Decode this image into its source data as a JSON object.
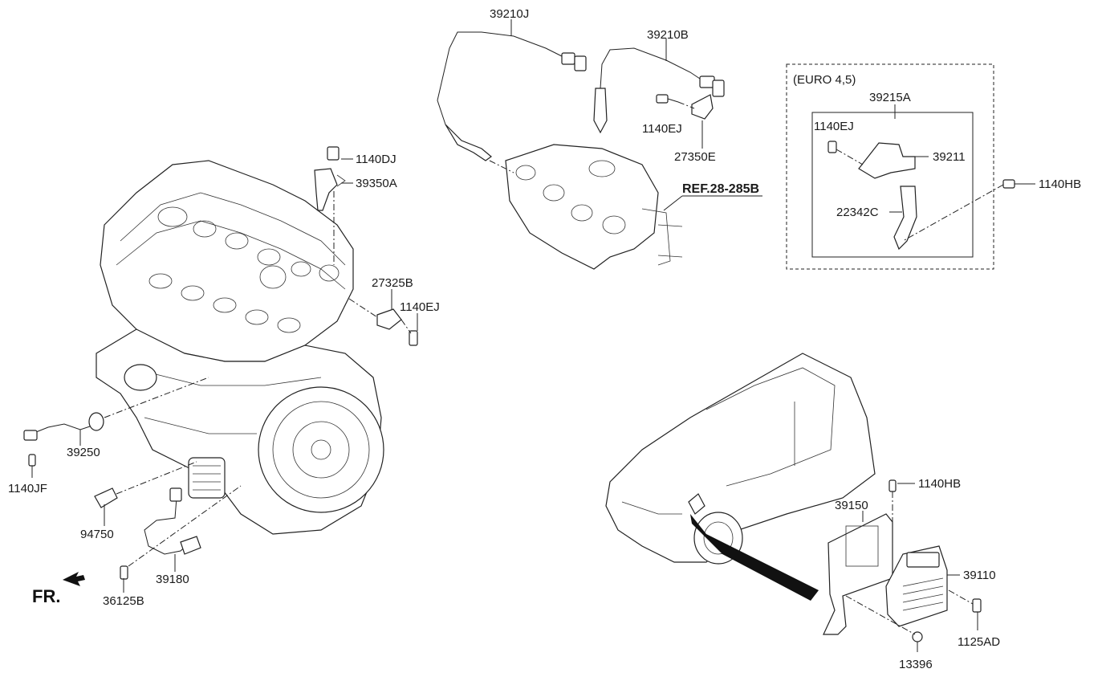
{
  "labels": {
    "p39210J": "39210J",
    "p39210B": "39210B",
    "p1140EJ_top": "1140EJ",
    "p27350E": "27350E",
    "ref": "REF.28-285B",
    "p1140DJ": "1140DJ",
    "p39350A": "39350A",
    "p27325B": "27325B",
    "p1140EJ_mid": "1140EJ",
    "p39250": "39250",
    "p1140JF": "1140JF",
    "p94750": "94750",
    "p39180": "39180",
    "p36125B": "36125B",
    "fr": "FR.",
    "euro": "(EURO 4,5)",
    "p39215A": "39215A",
    "p1140EJ_box": "1140EJ",
    "p39211": "39211",
    "p1140HB_box": "1140HB",
    "p22342C": "22342C",
    "p1140HB_ecu": "1140HB",
    "p39150": "39150",
    "p39110": "39110",
    "p1125AD": "1125AD",
    "p13396": "13396"
  }
}
